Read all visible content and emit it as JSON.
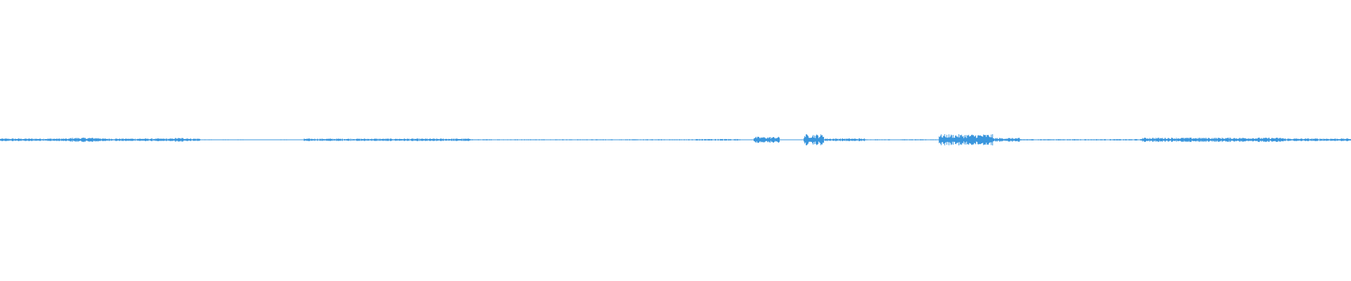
{
  "waveform": {
    "color": "#3a96dd",
    "background": "#ffffff",
    "sample_count": 1920,
    "amplitude_scale": 1.0,
    "bursts": [
      {
        "start": 0.0,
        "end": 0.148,
        "level": 0.01
      },
      {
        "start": 0.052,
        "end": 0.075,
        "level": 0.016
      },
      {
        "start": 0.128,
        "end": 0.14,
        "level": 0.014
      },
      {
        "start": 0.148,
        "end": 0.225,
        "level": 0.003
      },
      {
        "start": 0.225,
        "end": 0.35,
        "level": 0.009
      },
      {
        "start": 0.35,
        "end": 0.515,
        "level": 0.004
      },
      {
        "start": 0.515,
        "end": 0.548,
        "level": 0.006
      },
      {
        "start": 0.558,
        "end": 0.577,
        "level": 0.022
      },
      {
        "start": 0.595,
        "end": 0.61,
        "level": 0.04
      },
      {
        "start": 0.61,
        "end": 0.64,
        "level": 0.01
      },
      {
        "start": 0.64,
        "end": 0.693,
        "level": 0.004
      },
      {
        "start": 0.695,
        "end": 0.735,
        "level": 0.04
      },
      {
        "start": 0.735,
        "end": 0.755,
        "level": 0.014
      },
      {
        "start": 0.755,
        "end": 0.845,
        "level": 0.005
      },
      {
        "start": 0.845,
        "end": 0.95,
        "level": 0.016
      },
      {
        "start": 0.95,
        "end": 1.0,
        "level": 0.01
      }
    ]
  }
}
